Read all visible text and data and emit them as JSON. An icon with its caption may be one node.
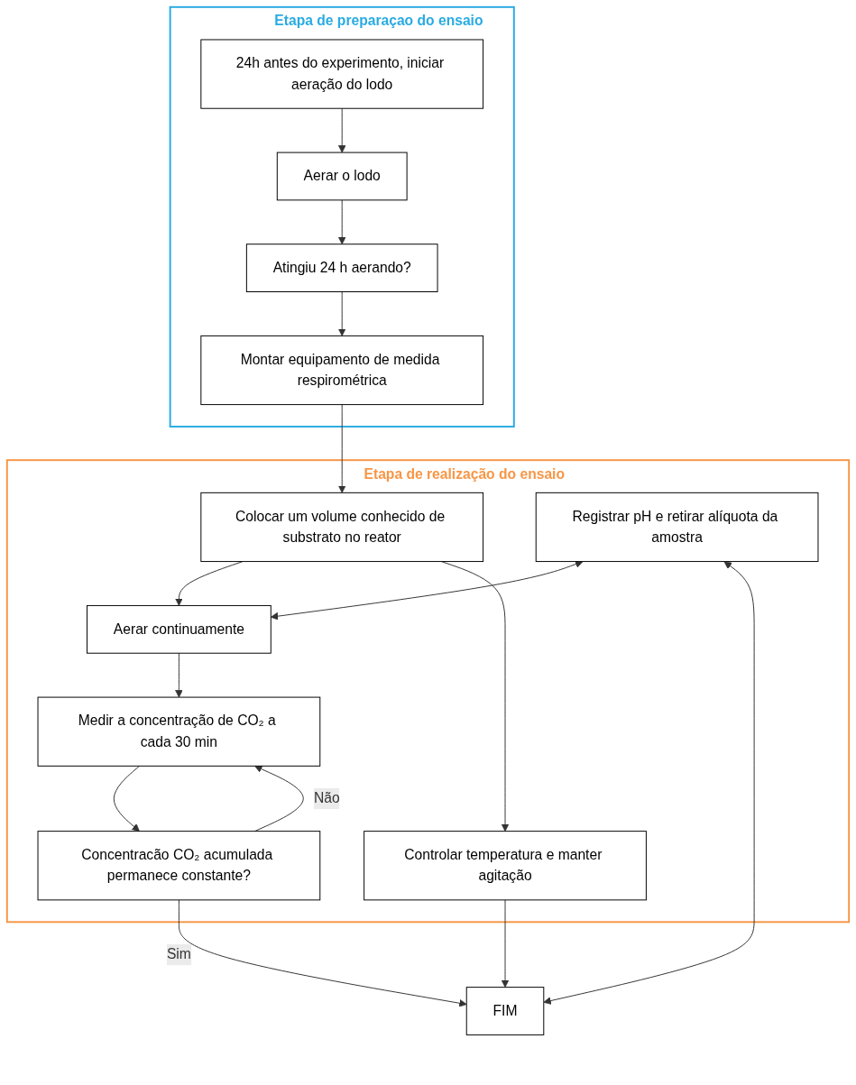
{
  "diagram": {
    "nodes": [
      {
        "text": [
          "Etapa de preparaçao do ensaio"
        ]
      },
      {
        "text": [
          "24h antes do experimento, iniciar aeração do lodo"
        ],
        "in": 0
      },
      {
        "text": [
          "Aerar o lodo"
        ],
        "in": 0
      },
      {
        "text": [
          "Atingiu 24 h aerando?"
        ],
        "in": 0
      },
      {
        "text": [
          "Montar equipamento de medida respirométrica"
        ],
        "in": 0
      },
      {
        "text": [
          "Etapa de realização do ensaio"
        ]
      },
      {
        "text": [
          "Colocar um volume conhecido de substrato no reator"
        ],
        "in": 5
      },
      {
        "text": [
          "Registrar pH e retirar alíquota da amostra"
        ],
        "in": 5
      },
      {
        "text": [
          "Aerar continuamente"
        ],
        "in": 5
      },
      {
        "text": [
          "Controlar temperatura e manter agitação"
        ],
        "in": 5
      },
      {
        "text": [
          "Medir a concentração de CO₂ a cada 30 min"
        ],
        "in": 5
      },
      {
        "text": [
          "Concentracão CO₂ acumulada permanece constante?"
        ],
        "in": 5
      },
      {
        "text": [
          "FIM"
        ]
      }
    ],
    "edges": [
      {
        "from": 1,
        "to": 2,
        "arrow": "to"
      },
      {
        "from": 2,
        "to": 3,
        "arrow": "to"
      },
      {
        "from": 3,
        "to": 4,
        "arrow": "to"
      },
      {
        "from": 4,
        "to": 6,
        "arrow": "to"
      },
      {
        "from": 6,
        "to": 8,
        "arrow": "to"
      },
      {
        "from": 6,
        "to": 9,
        "arrow": "to"
      },
      {
        "from": 7,
        "to": 8,
        "arrow": "both"
      },
      {
        "from": 8,
        "to": 10,
        "arrow": "to"
      },
      {
        "from": 10,
        "to": 11,
        "arrow": "to"
      },
      {
        "from": 11,
        "to": 10,
        "arrow": "to",
        "label": "Não"
      },
      {
        "from": 11,
        "to": 12,
        "arrow": "to",
        "label": "Sim"
      },
      {
        "from": 7,
        "to": 12,
        "arrow": "both"
      },
      {
        "from": 9,
        "to": 12,
        "arrow": "to"
      }
    ]
  }
}
